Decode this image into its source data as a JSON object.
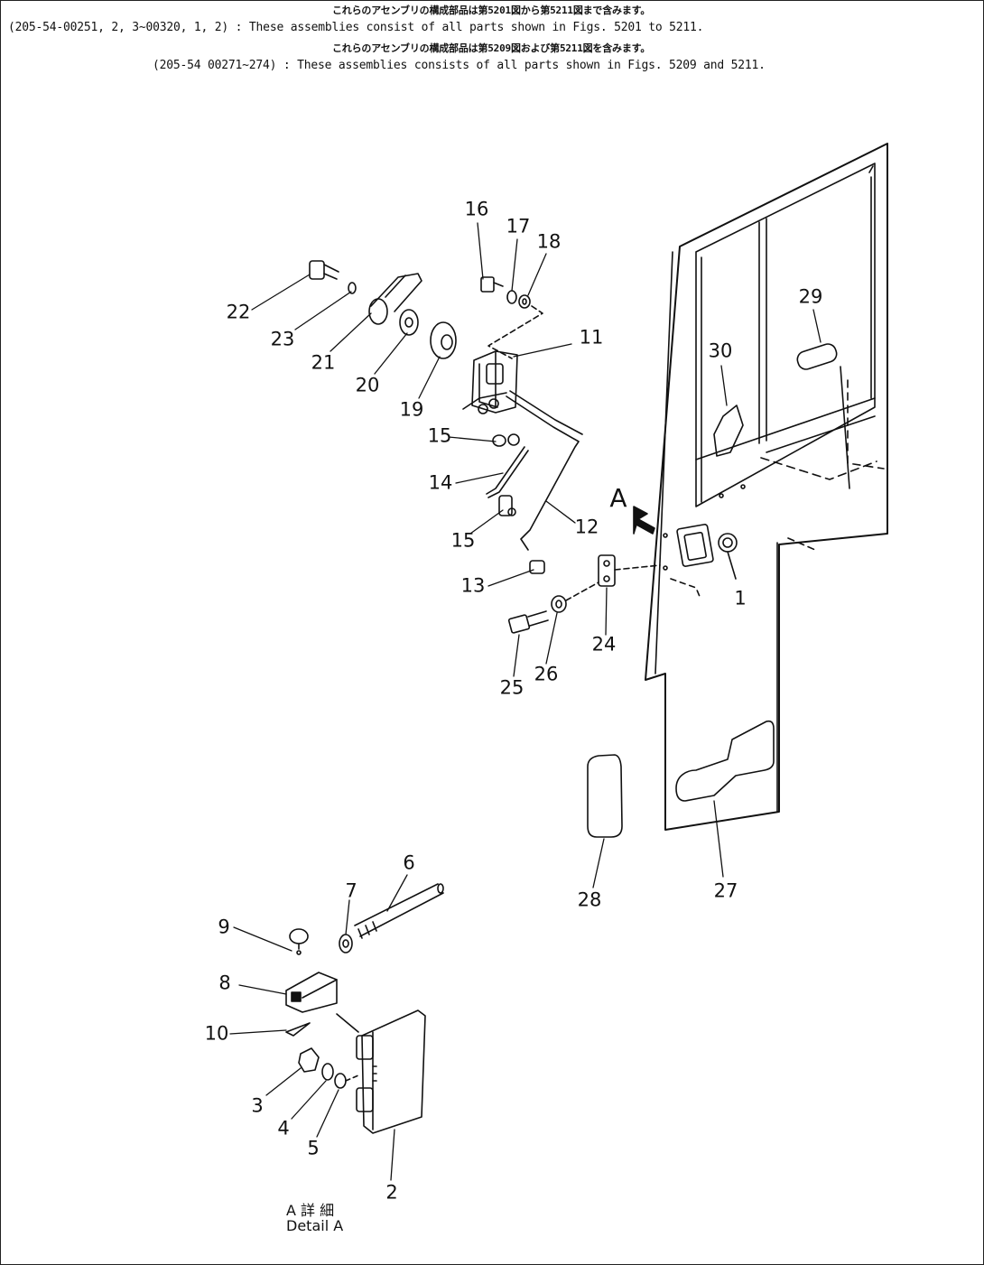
{
  "header_notes": [
    {
      "japanese": "これらのアセンブリの構成部品は第5201図から第5211図まで含みます。",
      "english": "(205-54-00251, 2, 3~00320, 1, 2) : These assemblies consist of all parts shown in Figs. 5201 to 5211."
    },
    {
      "japanese": "これらのアセンブリの構成部品は第5209図および第5211図を含みます。",
      "english": "(205-54 00271~274) : These assemblies consists of all parts shown in Figs. 5209 and 5211."
    }
  ],
  "callouts": [
    "1",
    "2",
    "3",
    "4",
    "5",
    "6",
    "7",
    "8",
    "9",
    "10",
    "11",
    "12",
    "13",
    "14",
    "15",
    "15",
    "16",
    "17",
    "18",
    "19",
    "20",
    "21",
    "22",
    "23",
    "24",
    "25",
    "26",
    "27",
    "28",
    "29",
    "30"
  ],
  "view_marker": "A",
  "detail_caption": {
    "japanese": "A 詳 細",
    "english": "Detail A"
  }
}
